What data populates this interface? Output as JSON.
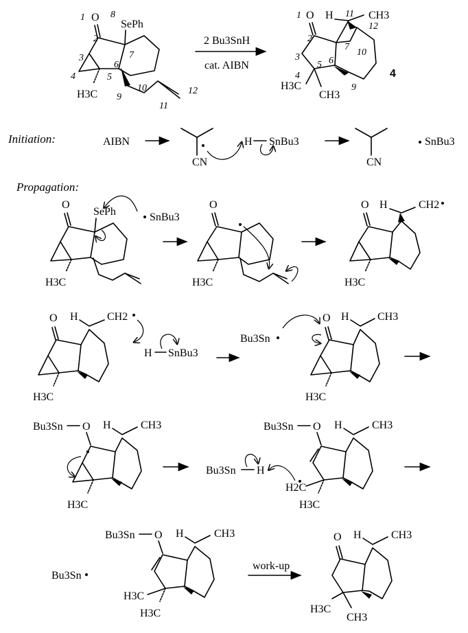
{
  "reaction": {
    "reagent": "2 Bu3SnH",
    "catalyst": "cat. AIBN",
    "product_number": "4",
    "sephen": "SePh",
    "h3c": "H3C",
    "ch3": "CH3",
    "o": "O",
    "h": "H"
  },
  "numbers": [
    "1",
    "2",
    "3",
    "4",
    "5",
    "6",
    "7",
    "8",
    "9",
    "10",
    "11",
    "12"
  ],
  "sections": {
    "initiation": "Initiation:",
    "propagation": "Propagation:"
  },
  "initiation": {
    "aibn": "AIBN",
    "cn": "CN",
    "h": "H",
    "snbu3": "SnBu3",
    "radical_snbu3": "SnBu3"
  },
  "propagation": {
    "snbu3": "SnBu3",
    "bu3sn": "Bu3Sn",
    "bu3sn_o": "Bu3Sn",
    "ch2": "CH2",
    "h2c": "H2C",
    "workup": "work-up"
  }
}
